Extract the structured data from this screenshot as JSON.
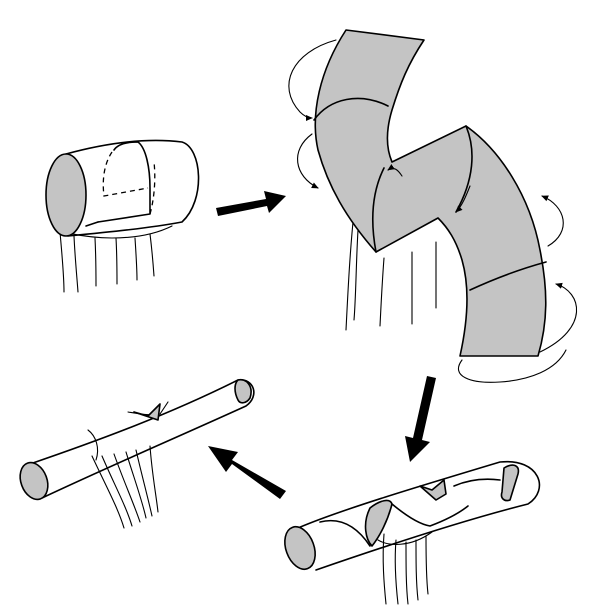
{
  "colors": {
    "cut_surface": "#c4c4c4",
    "outline": "#000000",
    "background": "#ffffff"
  },
  "figure": {
    "stages": [
      {
        "id": "cylinder-with-incision"
      },
      {
        "id": "unfolded-strip"
      },
      {
        "id": "spiral-wrapped-cylinder"
      },
      {
        "id": "elongated-cylinder"
      }
    ],
    "arrows": [
      {
        "id": "arrow-1",
        "direction": "right"
      },
      {
        "id": "arrow-2",
        "direction": "down"
      },
      {
        "id": "arrow-3",
        "direction": "up-left"
      }
    ]
  }
}
